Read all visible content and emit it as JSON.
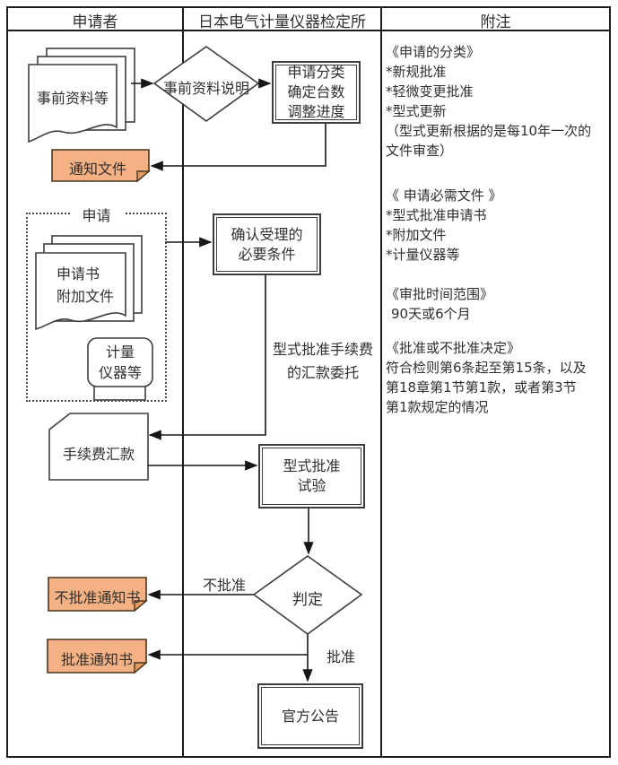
{
  "header": {
    "applicant": "申请者",
    "institute": "日本电气计量仪器检定所",
    "remarks": "附注"
  },
  "applicant": {
    "pre_docs": "事前资料等",
    "notice_doc": "通知文件",
    "group_label": "申请",
    "app_doc_line1": "申请书",
    "app_doc_line2": "附加文件",
    "instrument_line1": "计量",
    "instrument_line2": "仪器等",
    "fee_remittance": "手续费汇款",
    "rejection_notice": "不批准通知书",
    "approval_notice": "批准通知书"
  },
  "institute": {
    "pre_explain": "事前资料说明",
    "classify_line1": "申请分类",
    "classify_line2": "确定台数",
    "classify_line3": "调整进度",
    "confirm_line1": "确认受理的",
    "confirm_line2": "必要条件",
    "fee_label_line1": "型式批准手续费",
    "fee_label_line2": "的汇款委托",
    "test_line1": "型式批准",
    "test_line2": "试验",
    "judge": "判定",
    "reject_branch": "不批准",
    "approve_branch": "批准",
    "announce": "官方公告"
  },
  "notes": {
    "sections": [
      {
        "title": "《申请的分类》",
        "lines": [
          "*新规批准",
          "*轻微变更批准",
          "*型式更新",
          "（型式更新根据的是每10年一次的",
          "文件审查）"
        ]
      },
      {
        "title": "《 申请必需文件 》",
        "lines": [
          "*型式批准申请书",
          "*附加文件",
          "*计量仪器等"
        ]
      },
      {
        "title": "《审批时间范围》",
        "lines": [
          "90天或6个月"
        ]
      },
      {
        "title": "《批准或不批准决定》",
        "lines": [
          "符合检则第6条起至第15条，以及",
          "第18章第1节第1款，或者第3节",
          "第1款规定的情况"
        ]
      }
    ]
  },
  "colors": {
    "note_fill": "#F4B183",
    "note_fold": "#E19A60",
    "line_color": "#3d3d3d",
    "border_color": "#1c1c1c"
  }
}
